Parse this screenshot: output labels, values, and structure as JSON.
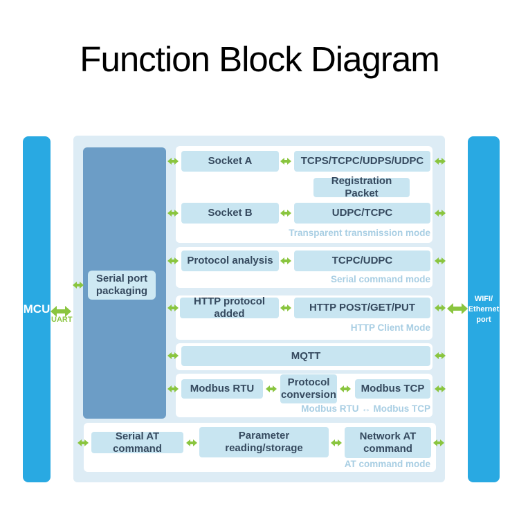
{
  "title": "Function Block Diagram",
  "left_port": {
    "label": "MCU",
    "bus_label": "UART"
  },
  "right_port": {
    "lines": [
      "WIFI/",
      "Ethernet",
      "port"
    ]
  },
  "serial_block": {
    "label": "Serial port packaging"
  },
  "groups": {
    "transparent": {
      "socket_a": "Socket A",
      "socket_a_protocols": "TCPS/TCPC/UDPS/UDPC",
      "registration_packet": "Registration Packet",
      "socket_b": "Socket B",
      "socket_b_protocols": "UDPC/TCPC",
      "mode": "Transparent transmission mode"
    },
    "serial_command": {
      "analysis": "Protocol analysis",
      "protocols": "TCPC/UDPC",
      "mode": "Serial command mode"
    },
    "http_client": {
      "added": "HTTP protocol added",
      "protocols": "HTTP POST/GET/PUT",
      "mode": "HTTP Client Mode"
    },
    "mqtt": {
      "label": "MQTT"
    },
    "modbus": {
      "rtu": "Modbus RTU",
      "conversion": "Protocol conversion",
      "tcp": "Modbus TCP",
      "mode": "Modbus RTU ↔ Modbus TCP"
    },
    "at_command": {
      "serial": "Serial AT command",
      "parameter": "Parameter reading/storage",
      "network": "Network AT command",
      "mode": "AT command mode"
    }
  },
  "icons": {
    "double_arrow": "↔"
  },
  "colors": {
    "port_blue": "#29A9E2",
    "packaging_blue": "#6C9DC6",
    "box_fill": "#C8E5F1",
    "panel_bg": "#DDECF5",
    "arrow_green": "#8AC53F",
    "text_dark": "#35495E",
    "mode_label": "#A8CEE3"
  }
}
